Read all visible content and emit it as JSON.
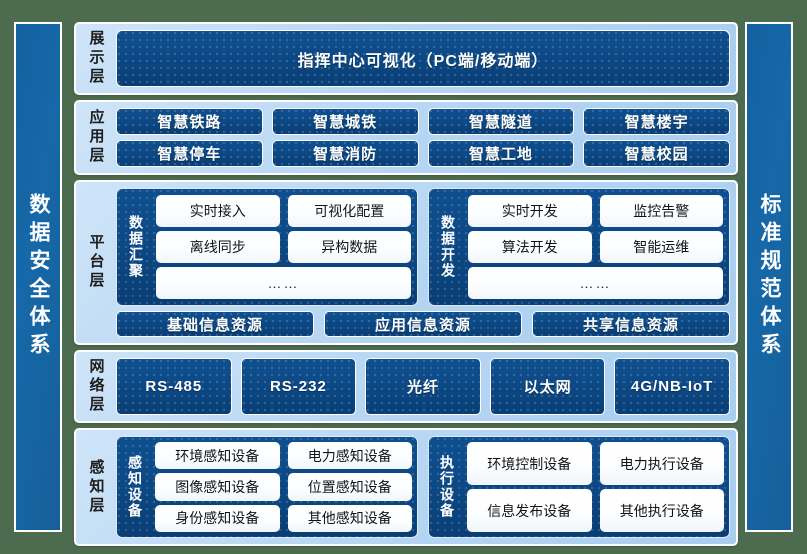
{
  "sides": {
    "left": {
      "label": "数据安全体系"
    },
    "right": {
      "label": "标准规范体系"
    }
  },
  "layers": {
    "display": {
      "label": "展示层",
      "banner": "指挥中心可视化（PC端/移动端）"
    },
    "application": {
      "label": "应用层",
      "items": [
        "智慧铁路",
        "智慧城铁",
        "智慧隧道",
        "智慧楼宇",
        "智慧停车",
        "智慧消防",
        "智慧工地",
        "智慧校园"
      ]
    },
    "platform": {
      "label": "平台层",
      "groups": [
        {
          "title": "数据汇聚",
          "items": [
            "实时接入",
            "可视化配置",
            "离线同步",
            "异构数据"
          ],
          "more": "……"
        },
        {
          "title": "数据开发",
          "items": [
            "实时开发",
            "监控告警",
            "算法开发",
            "智能运维"
          ],
          "more": "……"
        }
      ],
      "resources": [
        "基础信息资源",
        "应用信息资源",
        "共享信息资源"
      ]
    },
    "network": {
      "label": "网络层",
      "items": [
        "RS-485",
        "RS-232",
        "光纤",
        "以太网",
        "4G/NB-IoT"
      ]
    },
    "perception": {
      "label": "感知层",
      "groups": [
        {
          "title": "感知设备",
          "items": [
            "环境感知设备",
            "电力感知设备",
            "图像感知设备",
            "位置感知设备",
            "身份感知设备",
            "其他感知设备"
          ]
        },
        {
          "title": "执行设备",
          "items": [
            "环境控制设备",
            "电力执行设备",
            "信息发布设备",
            "其他执行设备"
          ]
        }
      ]
    }
  },
  "colors": {
    "page_background": "#4d6b4e",
    "side_bar": "#1668a8",
    "band_background": "#b7d7f3",
    "chip_dark": "#0c4782",
    "chip_white": "#ffffff"
  }
}
